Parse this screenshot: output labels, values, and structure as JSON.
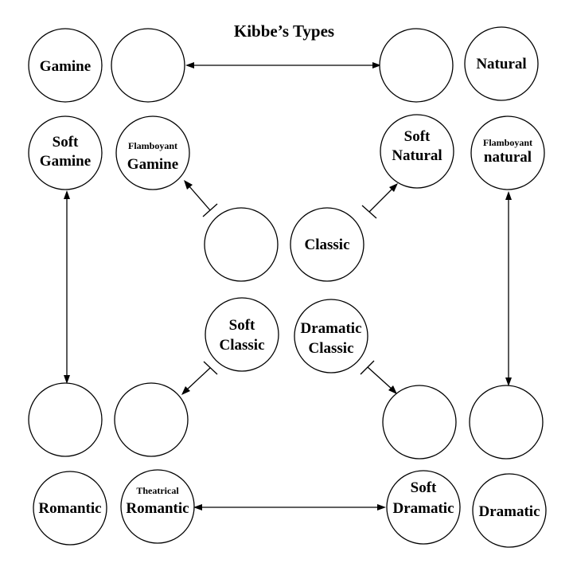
{
  "title": "Kibbe’s Types",
  "types": {
    "gamine": "Gamine",
    "natural": "Natural",
    "soft_gamine": [
      "Soft",
      "Gamine"
    ],
    "flamboyant_gamine": [
      "Flamboyant",
      "Gamine"
    ],
    "soft_natural": [
      "Soft",
      "Natural"
    ],
    "flamboyant_natural": [
      "Flamboyant",
      "natural"
    ],
    "classic": "Classic",
    "soft_classic": [
      "Soft",
      "Classic"
    ],
    "dramatic_classic": [
      "Dramatic",
      "Classic"
    ],
    "romantic": "Romantic",
    "theatrical_romantic": [
      "Theatrical",
      "Romantic"
    ],
    "soft_dramatic": [
      "Soft",
      "Dramatic"
    ],
    "dramatic": "Dramatic"
  },
  "colors": {
    "stroke": "#000000",
    "fill": "#ffffff",
    "text": "#000000"
  }
}
